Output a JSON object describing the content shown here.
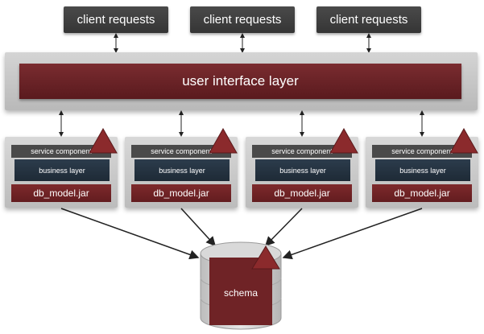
{
  "clients": [
    "client requests",
    "client requests",
    "client requests"
  ],
  "ui_layer": "user interface layer",
  "services": [
    {
      "title": "service component",
      "business": "business layer",
      "db": "db_model.jar"
    },
    {
      "title": "service component",
      "business": "business layer",
      "db": "db_model.jar"
    },
    {
      "title": "service component",
      "business": "business layer",
      "db": "db_model.jar"
    },
    {
      "title": "service component",
      "business": "business layer",
      "db": "db_model.jar"
    }
  ],
  "schema": "schema",
  "colors": {
    "dark_box": "#3c3c3c",
    "maroon": "#6a2225",
    "triangle": "#8b2a2c",
    "panel_gray": "#c8c8c8",
    "business_navy": "#25323f"
  }
}
